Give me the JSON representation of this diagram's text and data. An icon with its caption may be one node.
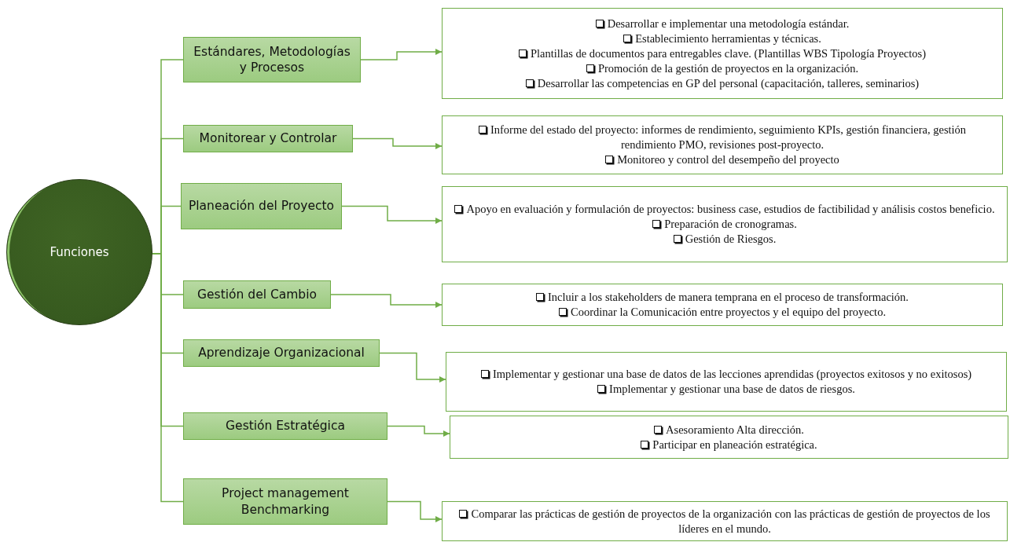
{
  "diagram": {
    "nodes": [
      {
        "text": [
          "Funciones"
        ]
      },
      {
        "text": [
          "Estándares, Metodologías y Procesos"
        ]
      },
      {
        "text": [
          "Monitorear y Controlar"
        ]
      },
      {
        "text": [
          "Planeación del Proyecto"
        ]
      },
      {
        "text": [
          "Gestión del Cambio"
        ]
      },
      {
        "text": [
          "Aprendizaje Organizacional"
        ]
      },
      {
        "text": [
          "Gestión Estratégica"
        ]
      },
      {
        "text": [
          "Project management Benchmarking"
        ]
      },
      {
        "text": [
          "Desarrollar e implementar una metodología estándar.",
          "Establecimiento herramientas y técnicas.",
          "Plantillas de documentos para entregables clave. (Plantillas WBS Tipología Proyectos)",
          "Promoción de la gestión de proyectos en la organización.",
          "Desarrollar las competencias en GP del personal (capacitación, talleres, seminarios)"
        ]
      },
      {
        "text": [
          "Informe del estado del proyecto: informes de rendimiento, seguimiento KPIs, gestión financiera, gestión rendimiento PMO, revisiones post-proyecto.",
          "Monitoreo y control del desempeño del proyecto"
        ]
      },
      {
        "text": [
          "Apoyo en evaluación y formulación de proyectos: business case, estudios de factibilidad y análisis costos beneficio.",
          "Preparación de cronogramas.",
          "Gestión de Riesgos."
        ]
      },
      {
        "text": [
          "Incluir a los stakeholders de manera temprana en el proceso de transformación.",
          "Coordinar la Comunicación entre proyectos y el equipo del proyecto."
        ]
      },
      {
        "text": [
          "Implementar y gestionar  una base de datos de las lecciones aprendidas (proyectos exitosos y no exitosos)",
          "Implementar y gestionar una base de datos de riesgos."
        ]
      },
      {
        "text": [
          "Asesoramiento Alta dirección.",
          "Participar en planeación estratégica."
        ]
      },
      {
        "text": [
          "Comparar las prácticas de gestión de proyectos de la organización con las prácticas de gestión de proyectos de los líderes en el mundo."
        ]
      }
    ],
    "edges": [
      {
        "from": 0,
        "to": 1,
        "arrow": "none"
      },
      {
        "from": 0,
        "to": 2,
        "arrow": "none"
      },
      {
        "from": 0,
        "to": 3,
        "arrow": "none"
      },
      {
        "from": 0,
        "to": 4,
        "arrow": "none"
      },
      {
        "from": 0,
        "to": 5,
        "arrow": "none"
      },
      {
        "from": 0,
        "to": 6,
        "arrow": "none"
      },
      {
        "from": 0,
        "to": 7,
        "arrow": "none"
      },
      {
        "from": 1,
        "to": 8,
        "arrow": "to"
      },
      {
        "from": 2,
        "to": 9,
        "arrow": "to"
      },
      {
        "from": 3,
        "to": 10,
        "arrow": "to"
      },
      {
        "from": 4,
        "to": 11,
        "arrow": "to"
      },
      {
        "from": 5,
        "to": 12,
        "arrow": "to"
      },
      {
        "from": 6,
        "to": 13,
        "arrow": "to"
      },
      {
        "from": 7,
        "to": 14,
        "arrow": "to"
      }
    ]
  }
}
